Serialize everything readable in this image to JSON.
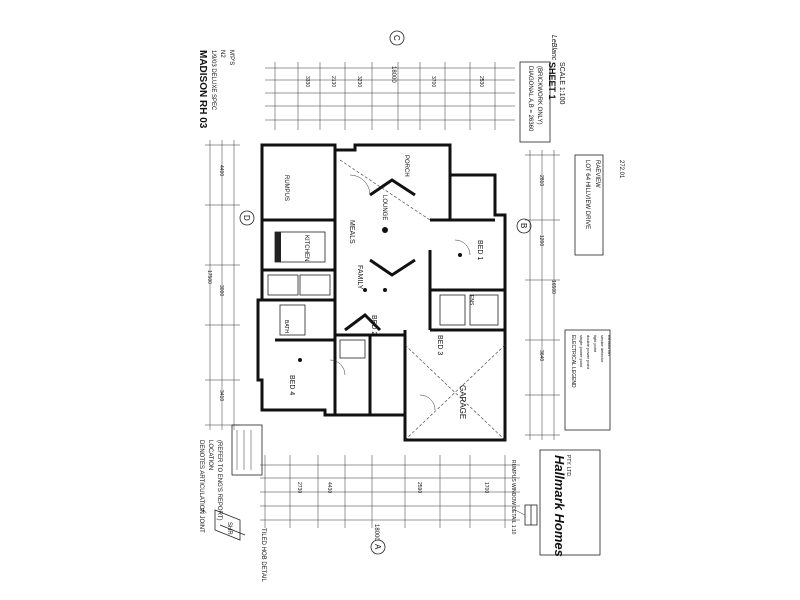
{
  "title_block": {
    "plan_name": "MADISON RH 03",
    "revision": "1/9/03 DELUXE SPEC",
    "wind": "N2",
    "rating": "M'P'S",
    "diagonal": "DIAGONAL A,B = 26360",
    "diagonal_note": "(BRICKWORK ONLY)",
    "sheet": "SHEET 1",
    "scale": "SCALE 1:100",
    "lot": "LOT 64 HILLVIEW DRIVE",
    "suburb": "RAEVIEW",
    "total_area": "272.01"
  },
  "company": {
    "name": "Hallmark Homes",
    "suffix": "PTY. LTD."
  },
  "detail_labels": {
    "window_detail": "RUMPUS WINDOW DETAIL  1:10",
    "hob_detail": "TILED HOB DETAIL",
    "articulation_1": "DENOTES ARTICULATION JOINT",
    "articulation_2": "LOCATION",
    "articulation_3": "(REFER TO ENG'S REPORT)",
    "shr": "SHR"
  },
  "room_labels": {
    "rumpus": "RUMPUS",
    "kitchen": "KITCHEN",
    "meals": "MEALS",
    "family": "FAMILY",
    "porch": "PORCH",
    "bed1": "BED 1",
    "bed2": "BED 2",
    "bed3": "BED 3",
    "bed4": "BED 4",
    "garage": "GARAGE",
    "ens": "ENS",
    "bath": "BATH",
    "lounge": "LOUNGE"
  },
  "grid_markers": {
    "a": "A",
    "b": "B",
    "c": "C",
    "d": "D"
  },
  "dimensions": {
    "top_overall": "18000",
    "right_overall": "16500",
    "bottom_overall": "18000",
    "left_overall": "17500",
    "top_1": "3330",
    "top_2": "2130",
    "top_3": "3230",
    "top_4": "3700",
    "top_5": "2530",
    "bottom_1": "2730",
    "bottom_2": "4430",
    "bottom_3": "2590",
    "bottom_4": "1700",
    "right_1": "2810",
    "right_2": "1200",
    "right_3": "3640",
    "left_1": "4400",
    "left_2": "3000",
    "left_3": "3410"
  },
  "legend": {
    "heading": "ELECTRICAL LEGEND",
    "items": [
      "single power point",
      "double power point",
      "light point",
      "smoke detector",
      "exhaust fan"
    ]
  }
}
